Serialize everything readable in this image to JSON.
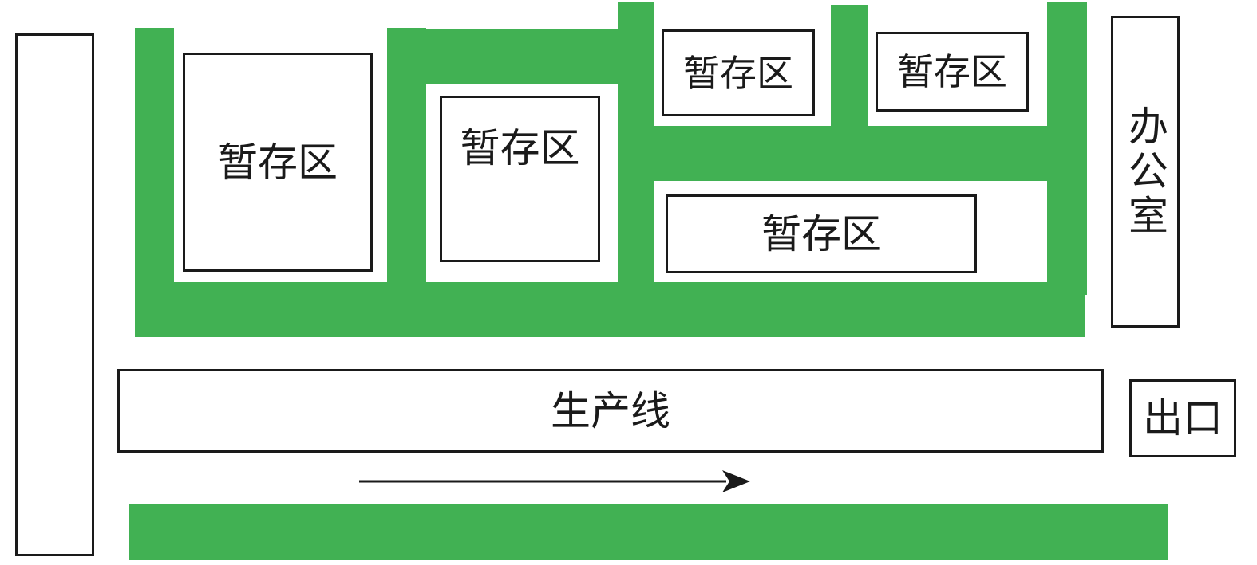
{
  "diagram": {
    "zones": [
      {
        "id": "zone-1",
        "label": "暂存区"
      },
      {
        "id": "zone-2",
        "label": "暂存区"
      },
      {
        "id": "zone-3",
        "label": "暂存区"
      },
      {
        "id": "zone-4",
        "label": "暂存区"
      },
      {
        "id": "zone-5",
        "label": "暂存区"
      }
    ],
    "office": {
      "label": "办公室"
    },
    "production_line": {
      "label": "生产线"
    },
    "exit": {
      "label": "出口"
    },
    "flow_direction": "right",
    "colors": {
      "path": "#41b153",
      "outline": "#1a1a1a",
      "background": "#ffffff"
    }
  }
}
